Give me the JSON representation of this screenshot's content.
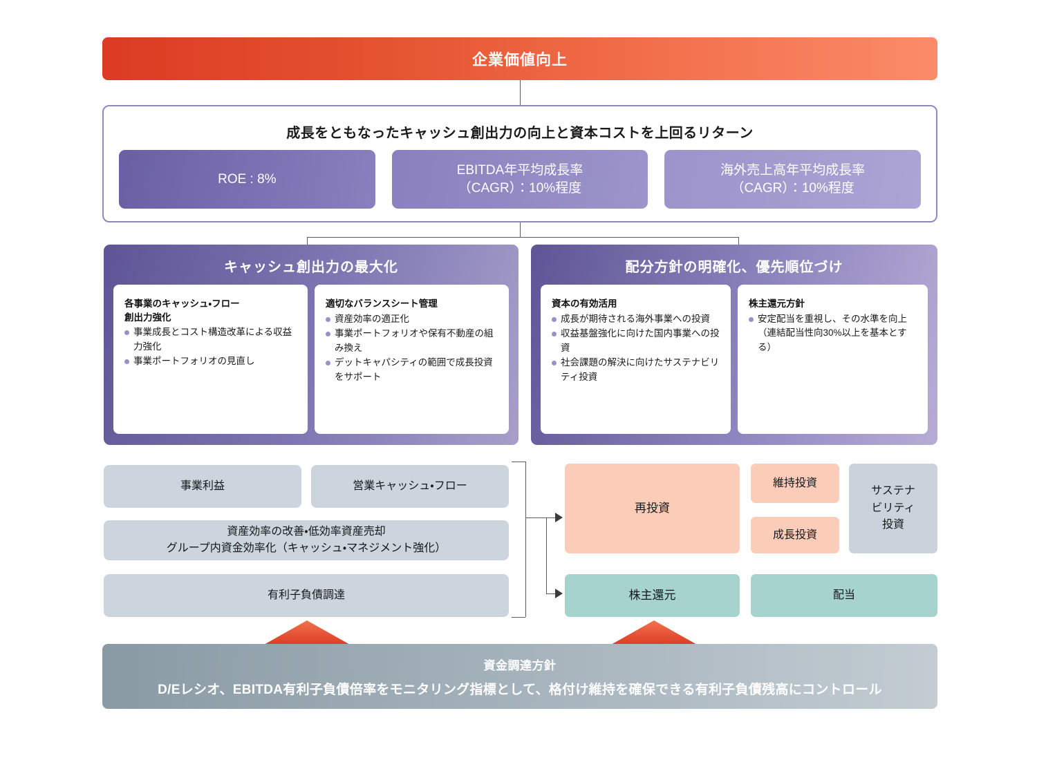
{
  "banner": {
    "title": "企業価値向上"
  },
  "kpi": {
    "title": "成長をともなったキャッシュ創出力の向上と資本コストを上回るリターン",
    "boxes": [
      {
        "label": "ROE : 8%"
      },
      {
        "label": "EBITDA年平均成長率\n（CAGR）：10%程度"
      },
      {
        "label": "海外売上高年平均成長率\n（CAGR）：10%程度"
      }
    ]
  },
  "panels": [
    {
      "title": "キャッシュ創出力の最大化",
      "columns": [
        {
          "heading": "各事業のキャッシュ・フロー\n創出力強化",
          "bullets": [
            "事業成長とコスト構造改革による収益力強化",
            "事業ポートフォリオの見直し"
          ]
        },
        {
          "heading": "適切なバランスシート管理",
          "bullets": [
            "資産効率の適正化",
            "事業ポートフォリオや保有不動産の組み換え",
            "デットキャパシティの範囲で成長投資をサポート"
          ]
        }
      ]
    },
    {
      "title": "配分方針の明確化、優先順位づけ",
      "columns": [
        {
          "heading": "資本の有効活用",
          "bullets": [
            "成長が期待される海外事業への投資",
            "収益基盤強化に向けた国内事業への投資",
            "社会課題の解決に向けたサステナビリティ投資"
          ]
        },
        {
          "heading": "株主還元方針",
          "bullets": [
            "安定配当を重視し、その水準を向上（連結配当性向30%以上を基本とする）"
          ]
        }
      ]
    }
  ],
  "sources": {
    "row1": [
      {
        "label": "事業利益"
      },
      {
        "label": "営業キャッシュ・フロー"
      }
    ],
    "row2": {
      "label": "資産効率の改善・低効率資産売却\nグループ内資金効率化（キャッシュ・マネジメント強化）"
    },
    "row3": {
      "label": "有利子負債調達"
    }
  },
  "allocation": {
    "reinvestment": {
      "label": "再投資"
    },
    "maintenance": {
      "label": "維持投資"
    },
    "growth": {
      "label": "成長投資"
    },
    "sustainability": {
      "label": "サステナ\nビリティ\n投資"
    },
    "shareholder_return": {
      "label": "株主還元"
    },
    "dividend": {
      "label": "配当"
    }
  },
  "footer": {
    "line1": "資金調達方針",
    "line2": "D/Eレシオ、EBITDA有利子負債倍率をモニタリング指標として、格付け維持を確保できる有利子負債残高にコントロール"
  },
  "colors": {
    "banner_start": "#DC3B24",
    "banner_end": "#FB8B6A",
    "purple_dark": "#5F5596",
    "purple_light": "#B8ACD6",
    "kpi_border": "#8F86C4",
    "grey_box": "#CCD5DD",
    "peach_box": "#FBCDB9",
    "teal_box": "#A6D3CE",
    "slate_box": "#CAD3DB",
    "footer_start": "#8A9AA4",
    "footer_end": "#C3CCD3",
    "triangle_red": "#E0412A",
    "connector": "#5A5A5A"
  }
}
